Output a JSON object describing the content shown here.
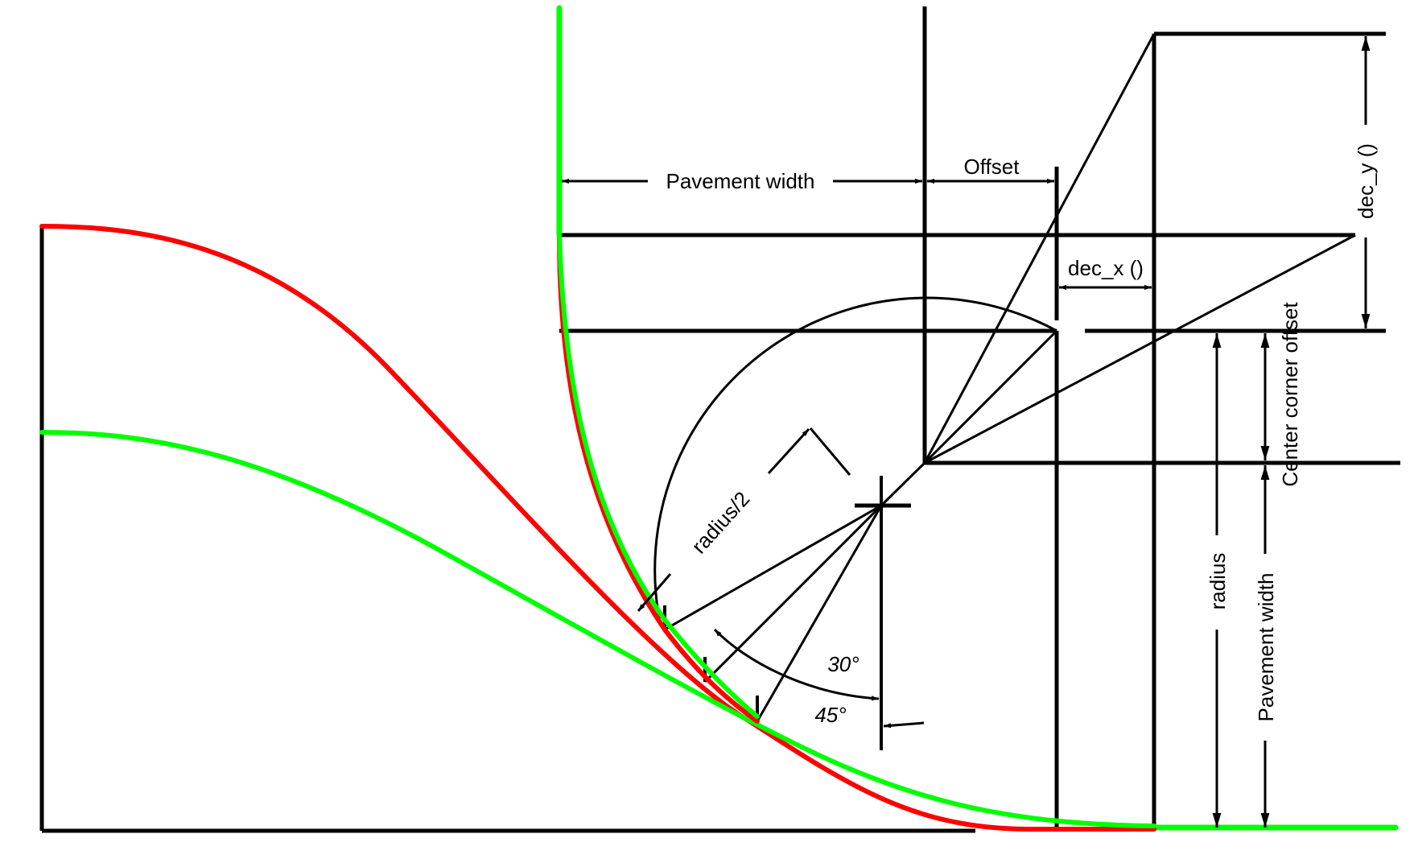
{
  "labels": {
    "pavement_width_horizontal": "Pavement width",
    "offset": "Offset",
    "dec_x": "dec_x ()",
    "dec_y": "dec_y ()",
    "center_corner_offset": "Center corner offset",
    "radius": "radius",
    "pavement_width_vertical": "Pavement width",
    "radius_half": "radius/2",
    "angle_30": "30°",
    "angle_45": "45°"
  },
  "colors": {
    "line": "#000000",
    "curve_red": "#ff0000",
    "curve_green": "#00ff00",
    "background": "#ffffff"
  }
}
